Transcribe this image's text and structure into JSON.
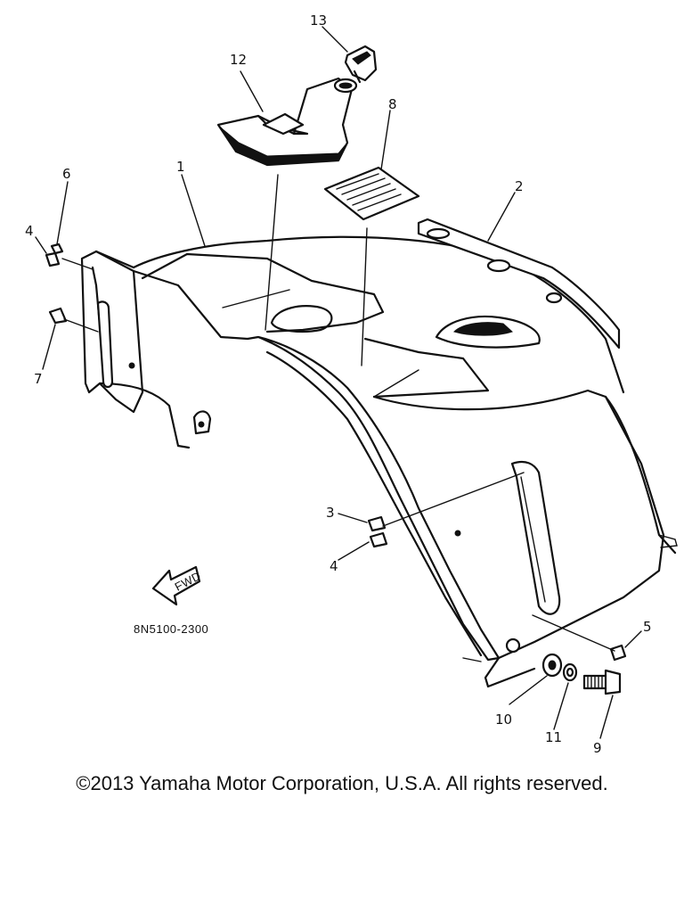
{
  "diagram": {
    "callouts": {
      "p1": "1",
      "p2": "2",
      "p3": "3",
      "p4a": "4",
      "p4b": "4",
      "p5": "5",
      "p6": "6",
      "p7": "7",
      "p8": "8",
      "p9": "9",
      "p10": "10",
      "p11": "11",
      "p12": "12",
      "p13": "13"
    },
    "fwd_badge": "FWD",
    "drawing_code": "8N5100-2300"
  },
  "footer": {
    "copyright": "©2013 Yamaha Motor Corporation, U.S.A. All rights reserved."
  }
}
